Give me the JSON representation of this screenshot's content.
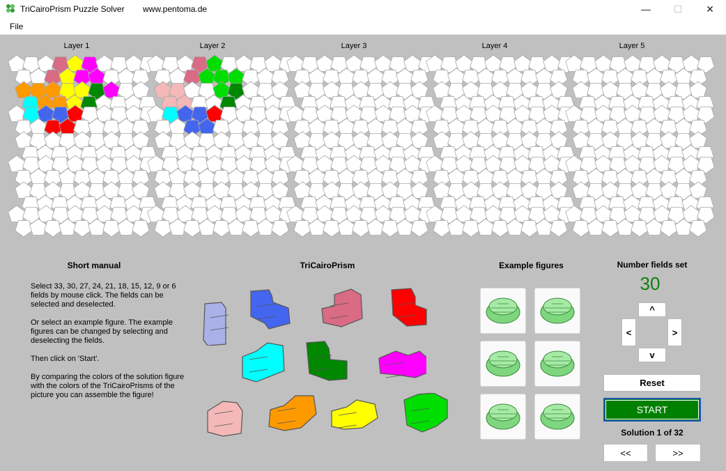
{
  "window": {
    "title": "TriCairoPrism Puzzle Solver",
    "url": "www.pentoma.de",
    "minimize": "—",
    "maximize": "☐",
    "close": "✕"
  },
  "menu": {
    "file": "File"
  },
  "layers": [
    {
      "label": "Layer 1"
    },
    {
      "label": "Layer 2"
    },
    {
      "label": "Layer 3"
    },
    {
      "label": "Layer 4"
    },
    {
      "label": "Layer 5"
    }
  ],
  "grid_colors": {
    "empty": "#ffffff",
    "red": "#ff0000",
    "rose": "#d96b84",
    "yellow": "#ffff00",
    "magenta": "#ff00ff",
    "orange": "#ff9900",
    "cyan": "#00ffff",
    "blue": "#4466ee",
    "green": "#00dd00",
    "darkgreen": "#008800",
    "pink": "#f4b8b8",
    "lavender": "#aab0e8"
  },
  "layer1_cells": {
    "rose": [
      [
        3,
        0
      ],
      [
        2,
        1
      ]
    ],
    "yellow": [
      [
        3,
        1
      ],
      [
        4,
        0
      ],
      [
        3,
        2
      ],
      [
        4,
        2
      ],
      [
        3,
        3
      ]
    ],
    "magenta": [
      [
        5,
        0
      ],
      [
        4,
        1
      ],
      [
        5,
        1
      ],
      [
        6,
        2
      ]
    ],
    "orange": [
      [
        0,
        2
      ],
      [
        1,
        2
      ],
      [
        2,
        2
      ],
      [
        1,
        3
      ],
      [
        2,
        3
      ]
    ],
    "cyan": [
      [
        0,
        3
      ],
      [
        1,
        4
      ]
    ],
    "darkgreen": [
      [
        5,
        2
      ],
      [
        4,
        3
      ]
    ],
    "blue": [
      [
        2,
        4
      ],
      [
        3,
        4
      ]
    ],
    "red": [
      [
        3,
        5
      ],
      [
        4,
        4
      ],
      [
        2,
        5
      ]
    ]
  },
  "layer2_cells": {
    "rose": [
      [
        3,
        0
      ],
      [
        2,
        1
      ]
    ],
    "green": [
      [
        3,
        1
      ],
      [
        4,
        0
      ],
      [
        4,
        1
      ],
      [
        5,
        1
      ],
      [
        4,
        2
      ]
    ],
    "darkgreen": [
      [
        5,
        2
      ],
      [
        4,
        3
      ]
    ],
    "pink": [
      [
        0,
        2
      ],
      [
        1,
        2
      ],
      [
        1,
        3
      ],
      [
        0,
        3
      ]
    ],
    "cyan": [
      [
        1,
        4
      ]
    ],
    "blue": [
      [
        2,
        4
      ],
      [
        3,
        4
      ],
      [
        2,
        5
      ],
      [
        3,
        5
      ]
    ],
    "red": [
      [
        4,
        4
      ]
    ]
  },
  "manual": {
    "title": "Short manual",
    "p1": "Select 33, 30, 27, 24, 21, 18, 15, 12, 9 or 6 fields by mouse click. The fields can be selected and deselected.",
    "p2": "Or select an example figure. The example figures can be changed by selecting and deselecting the fields.",
    "p3": "Then click on 'Start'.",
    "p4": "By comparing the colors of the solution figure with the colors of the TriCairoPrisms of the picture you can assemble the figure!"
  },
  "prisms_title": "TriCairoPrism",
  "prisms": [
    {
      "color": "#aab0e8"
    },
    {
      "color": "#4466ee"
    },
    {
      "color": "#d96b84"
    },
    {
      "color": "#ff0000"
    },
    {
      "color": "#00ffff"
    },
    {
      "color": "#008800"
    },
    {
      "color": "#ff00ff"
    },
    {
      "color": "#f4b8b8"
    },
    {
      "color": "#ff9900"
    },
    {
      "color": "#ffff00"
    },
    {
      "color": "#00dd00"
    }
  ],
  "examples_title": "Example figures",
  "number_fields": {
    "title": "Number fields set",
    "value": "30"
  },
  "nav": {
    "up": "^",
    "down": "v",
    "left": "<",
    "right": ">"
  },
  "reset_label": "Reset",
  "start_label": "START",
  "solution": {
    "prefix": "Solution",
    "current": "1",
    "of": "of",
    "total": "32"
  },
  "prev_label": "<<",
  "next_label": ">>"
}
